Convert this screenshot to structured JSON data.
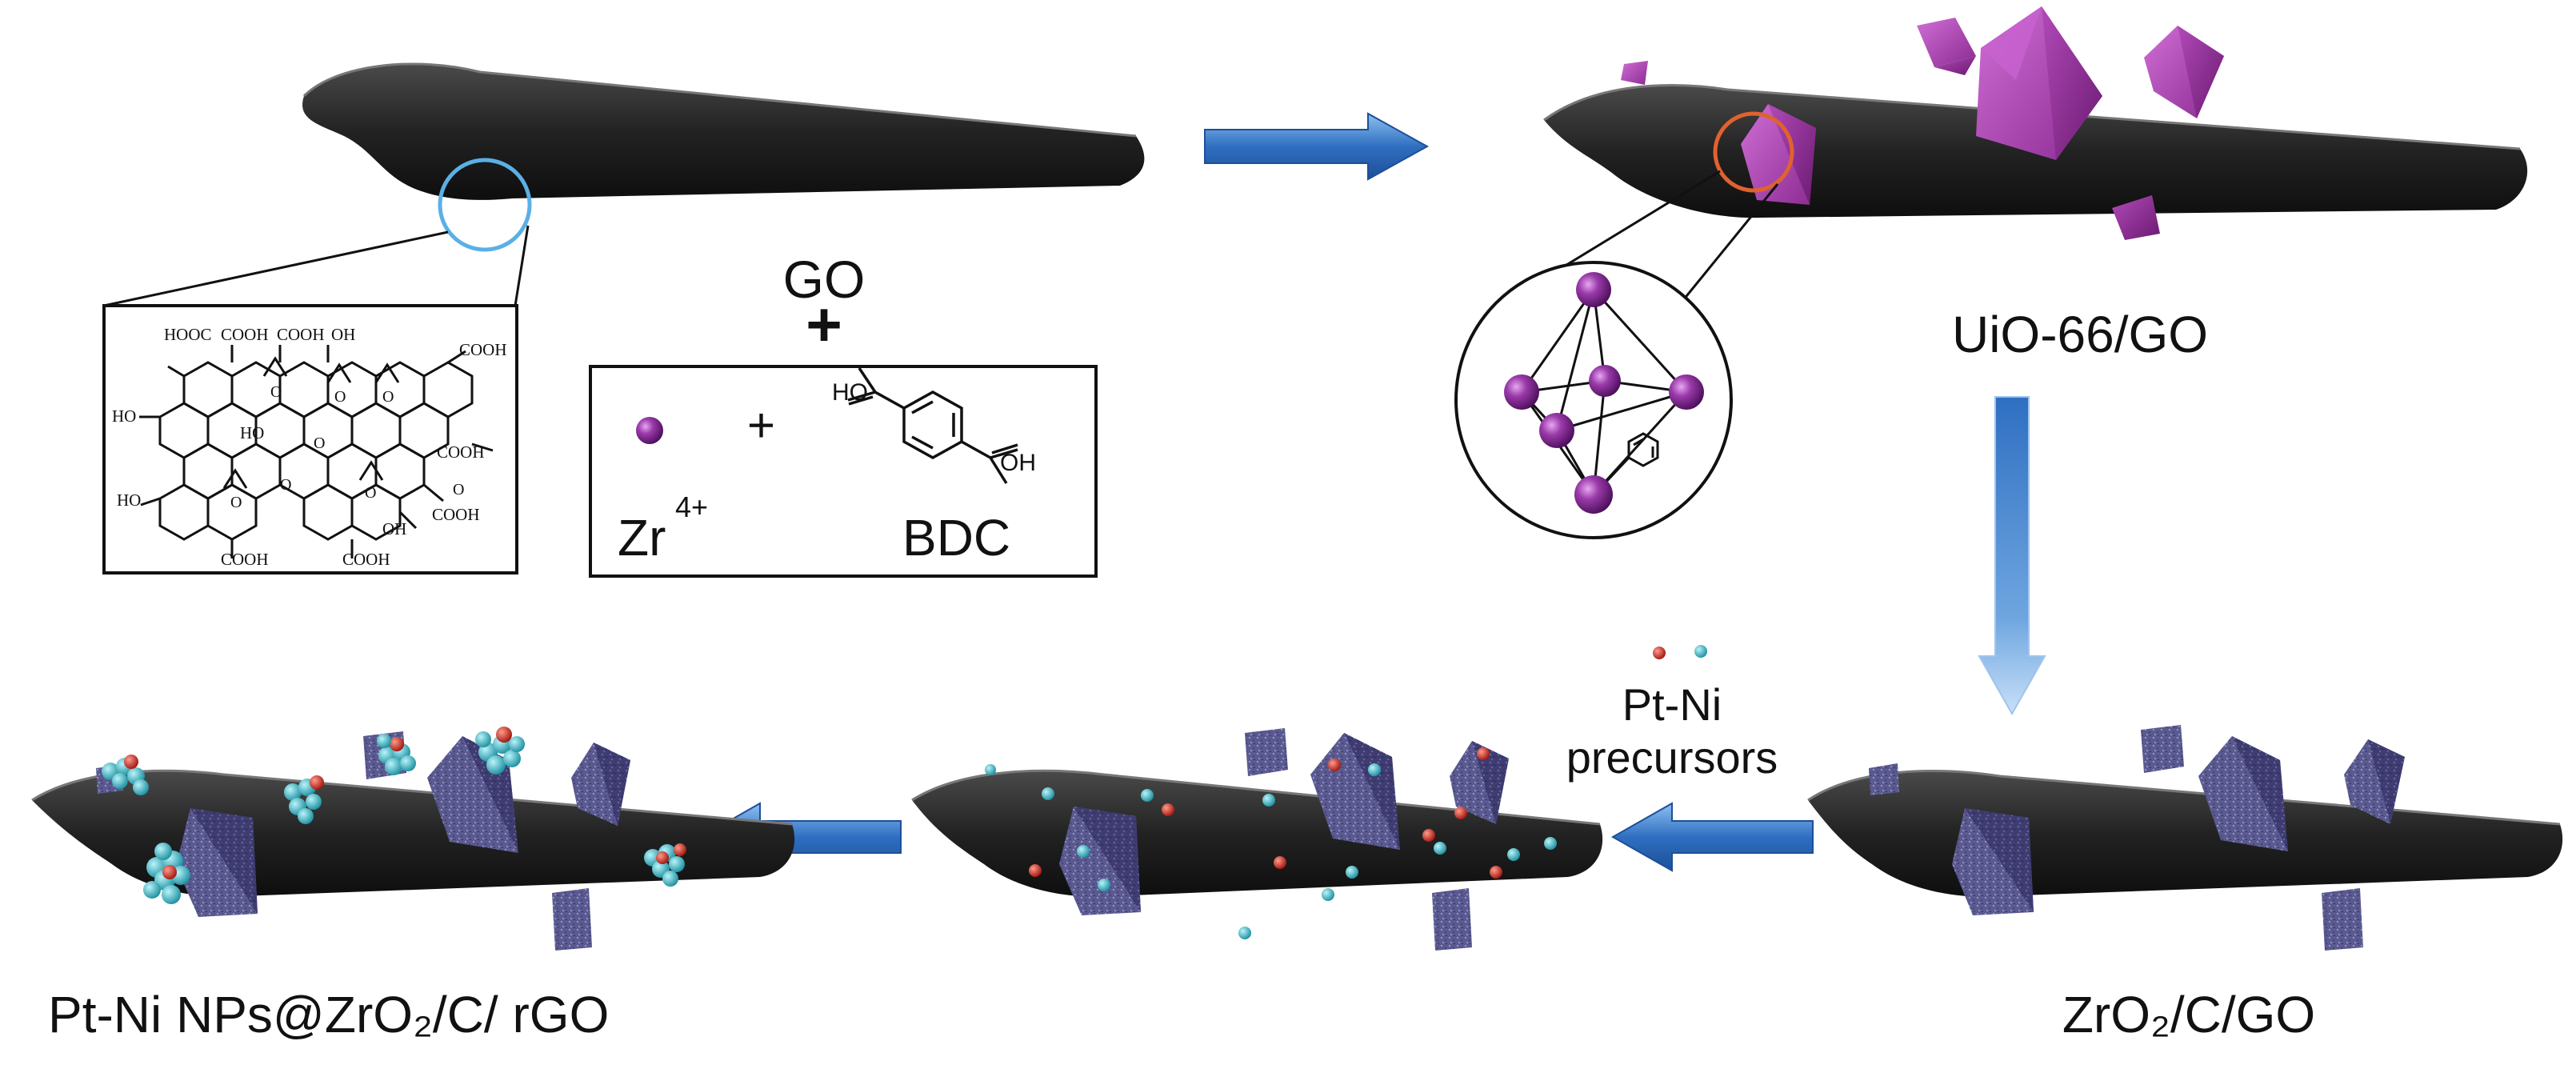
{
  "labels": {
    "go_plus": "GO",
    "plus_big": "+",
    "zr_base": "Zr",
    "zr_sup": "4+",
    "plus_small": "+",
    "bdc": "BDC",
    "bdc_ho": "HO",
    "bdc_oh": "OH",
    "uio_go": "UiO-66/GO",
    "ptni_line1": "Pt-Ni",
    "ptni_line2": "precursors",
    "zro2_c_go": "ZrO₂/C/GO",
    "final_product": "Pt-Ni NPs@ZrO₂/C/ rGO"
  },
  "go_structure_labels": [
    "HOOC",
    "COOH",
    "COOH",
    "OH",
    "COOH",
    "HO",
    "COOH",
    "HO",
    "COOH",
    "HO",
    "OH",
    "COOH",
    "COOH",
    "O",
    "O",
    "O",
    "O",
    "O",
    "O",
    "O",
    "O"
  ],
  "colors": {
    "sheet": "#2b2b2b",
    "arrow": "#3a78c8",
    "uio_crystal": "#a23aa8",
    "zro2_crystal": "#5a5890",
    "zr_ion": "#7a2a8a",
    "pt": "#c22a22",
    "ni": "#2fb8c8",
    "highlight_blue": "#6ab6e6",
    "highlight_orange": "#e05a2a"
  }
}
